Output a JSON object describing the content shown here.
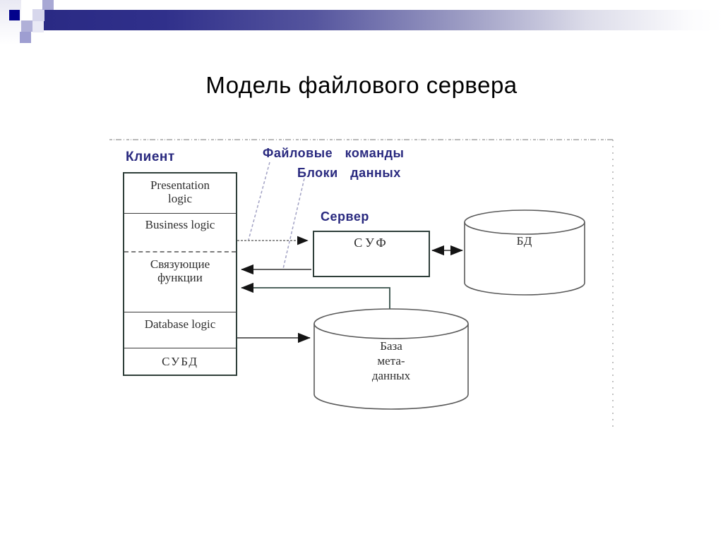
{
  "title": "Модель файлового сервера",
  "diagram": {
    "client": {
      "label": "Клиент",
      "layers": [
        "Presentation logic",
        "Business logic",
        "Связующие функции",
        "Database logic",
        "СУБД"
      ]
    },
    "flows": {
      "file_commands": "Файловые команды",
      "data_blocks": "Блоки данных"
    },
    "server": {
      "label": "Сервер",
      "box_label": "СУФ"
    },
    "database": {
      "label": "БД"
    },
    "metadata_db": {
      "lines": [
        "База",
        "мета-",
        "данных"
      ]
    }
  },
  "colors": {
    "accent_navy": "#29297f",
    "header_bar_start": "#2a2a84",
    "header_bar_end": "#ffffff",
    "box_border": "#2f3f3a",
    "connector_gray": "#4f4f4f",
    "leader_line": "#a2a2c4"
  }
}
